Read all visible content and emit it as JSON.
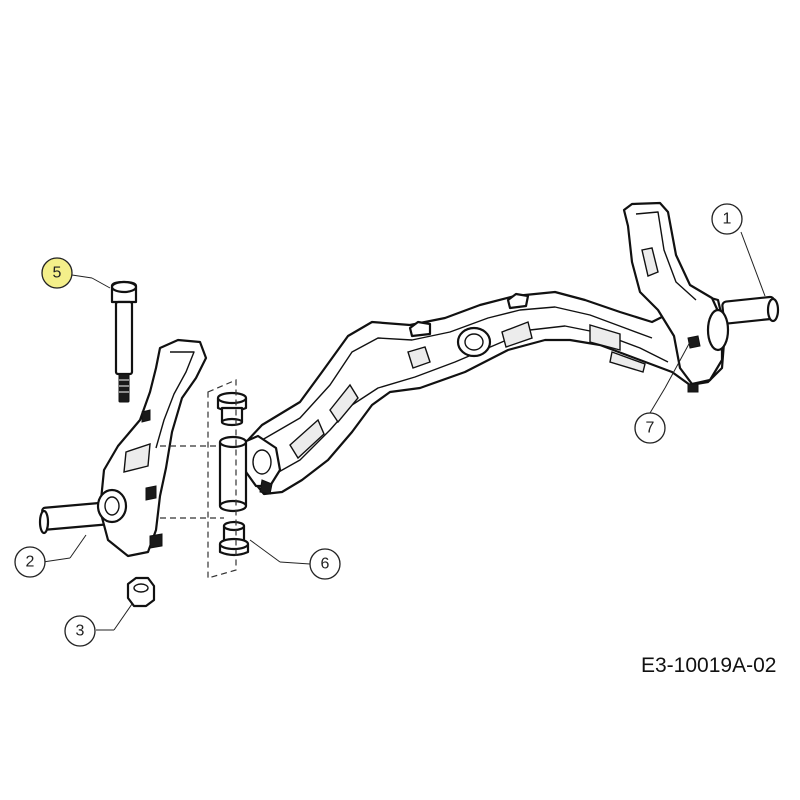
{
  "drawing_code": "E3-10019A-02",
  "callouts": [
    {
      "id": "1",
      "label": "1",
      "part": "front-axle"
    },
    {
      "id": "2",
      "label": "2",
      "part": "spindle-left"
    },
    {
      "id": "3",
      "label": "3",
      "part": "hex-nut"
    },
    {
      "id": "5",
      "label": "5",
      "part": "shoulder-bolt",
      "highlight": true
    },
    {
      "id": "6",
      "label": "6",
      "part": "bushing"
    },
    {
      "id": "7",
      "label": "7",
      "part": "pivot-fastener"
    }
  ],
  "colors": {
    "line": "#111111",
    "highlight": "#f4ef8a",
    "background": "#ffffff"
  }
}
